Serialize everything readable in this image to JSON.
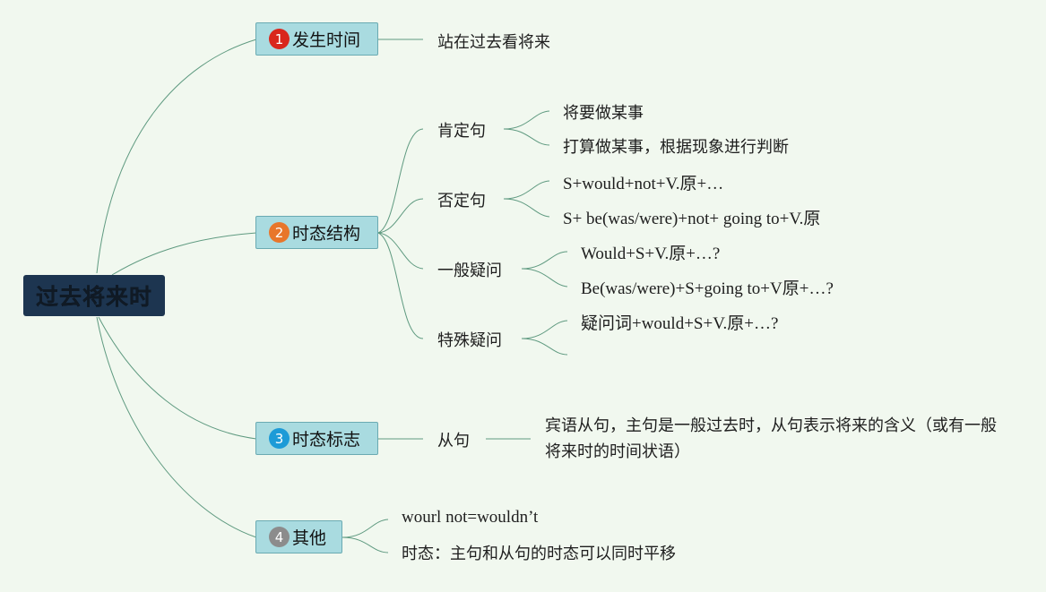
{
  "root": {
    "label": "过去将来时"
  },
  "branches": [
    {
      "num": "1",
      "label": "发生时间",
      "color": "#d9261c"
    },
    {
      "num": "2",
      "label": "时态结构",
      "color": "#e8762b"
    },
    {
      "num": "3",
      "label": "时态标志",
      "color": "#1d9bd7"
    },
    {
      "num": "4",
      "label": "其他",
      "color": "#8c8c8c"
    }
  ],
  "occurrence": {
    "text": "站在过去看将来"
  },
  "structure": {
    "affirmative": {
      "label": "肯定句",
      "items": [
        "将要做某事",
        "打算做某事，根据现象进行判断"
      ]
    },
    "negative": {
      "label": "否定句",
      "items": [
        "S+would+not+V.原+…",
        "S+ be(was/were)+not+ going to+V.原"
      ]
    },
    "general_question": {
      "label": "一般疑问",
      "items": [
        "Would+S+V.原+…?",
        "Be(was/were)+S+going to+V原+…?"
      ]
    },
    "special_question": {
      "label": "特殊疑问",
      "items": [
        "疑问词+would+S+V.原+…?",
        ""
      ]
    }
  },
  "markers": {
    "label": "从句",
    "text": "宾语从句，主句是一般过去时，从句表示将来的含义（或有一般将来时的时间状语）"
  },
  "others": {
    "items": [
      "wourl not=wouldn’t",
      "时态：主句和从句的时态可以同时平移"
    ]
  },
  "theme": {
    "line_color": "#5f9a80",
    "background": "#f1f8ef",
    "root_background": "#1d3550",
    "branch_background": "#a9dbe0"
  }
}
